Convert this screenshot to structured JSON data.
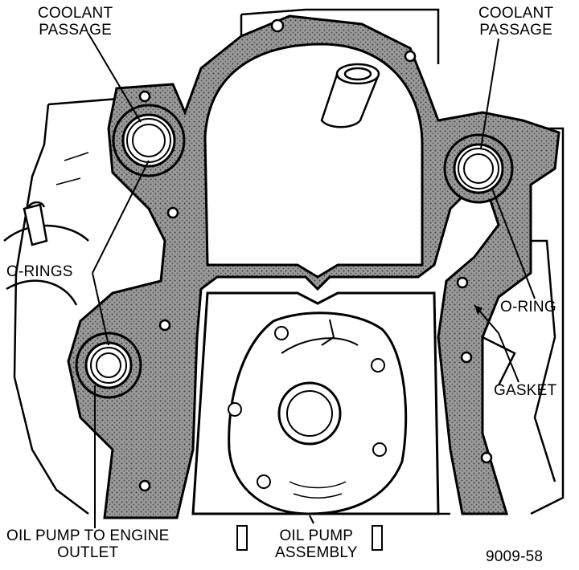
{
  "labels": {
    "coolant_passage_left": [
      "COOLANT",
      "PASSAGE"
    ],
    "coolant_passage_right": [
      "COOLANT",
      "PASSAGE"
    ],
    "o_rings": "O-RINGS",
    "o_ring": "O-RING",
    "gasket": "GASKET",
    "oil_pump_outlet": [
      "OIL PUMP TO ENGINE",
      "OUTLET"
    ],
    "oil_pump_assembly": [
      "OIL PUMP",
      "ASSEMBLY"
    ],
    "figure_number": "9009-58"
  },
  "colors": {
    "ink": "#000000",
    "gasket_fill": "#8c8c8c",
    "paper": "#ffffff"
  }
}
